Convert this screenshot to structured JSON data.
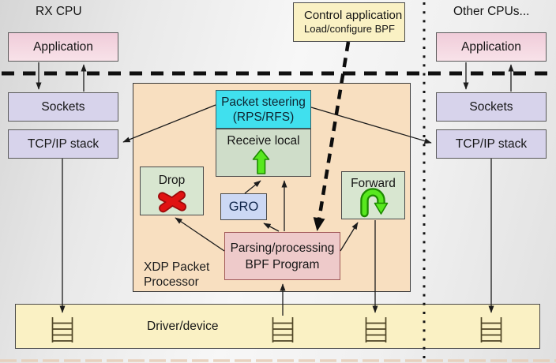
{
  "header": {
    "left_cpu": "RX CPU",
    "other_cpus": "Other CPUs..."
  },
  "control_application": {
    "title": "Control application",
    "subtitle": "Load/configure BPF"
  },
  "left_column": {
    "application": "Application",
    "sockets": "Sockets",
    "tcpip_stack": "TCP/IP stack"
  },
  "right_column": {
    "application": "Application",
    "sockets": "Sockets",
    "tcpip_stack": "TCP/IP stack"
  },
  "xdp_processor": {
    "label_line1": "XDP Packet",
    "label_line2": "Processor",
    "packet_steering_line1": "Packet steering",
    "packet_steering_line2": "(RPS/RFS)",
    "receive_local": "Receive local",
    "drop": "Drop",
    "gro": "GRO",
    "forward": "Forward",
    "bpf_line1": "Parsing/processing",
    "bpf_line2": "BPF Program"
  },
  "driver": {
    "label": "Driver/device"
  },
  "icons": {
    "drop": "red-x-icon",
    "receive_local": "green-up-arrow-icon",
    "forward": "green-uturn-arrow-icon",
    "driver_queues": "queue-ladder-icon x4"
  },
  "colors": {
    "packet_steering_bg": "#40e0ee",
    "xdp_bg": "#f8dfc0",
    "pale_green_bg": "#d8e6d0",
    "receive_local_bg": "#cfddc9",
    "gro_bg": "#ccd8f4",
    "bpf_bg": "#eecaca",
    "yellow_bg": "#faf1c4",
    "application_bg": "#f3d6de",
    "sockets_bg": "#d7d3eb",
    "arrow_green": "#58e81f",
    "drop_red": "#e01212"
  }
}
